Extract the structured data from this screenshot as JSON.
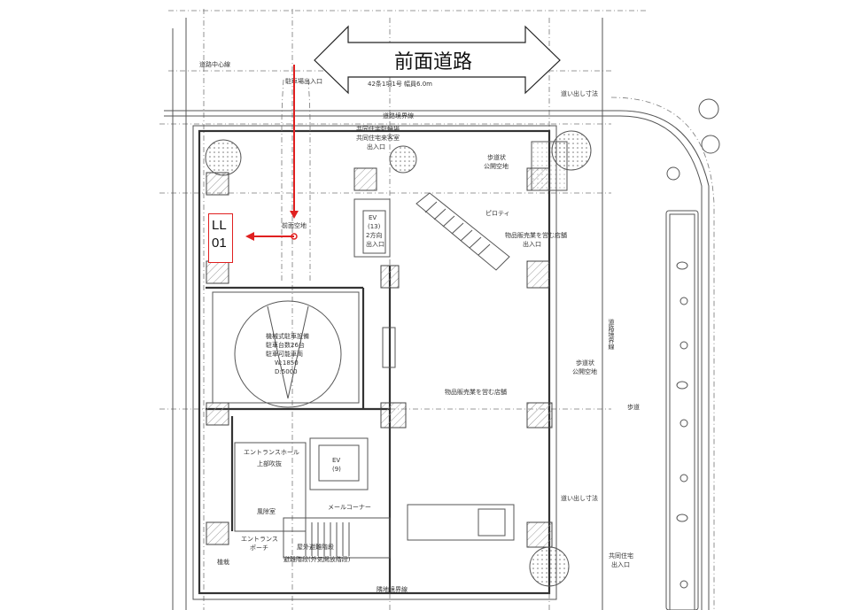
{
  "road_label": "前面道路",
  "marker": {
    "line1": "LL",
    "line2": "01"
  },
  "accent_color": "#e02020",
  "labels": {
    "road_center": "道路中心線",
    "parking_entrance": "駐車場出入口",
    "road_width": "42条1項1号 幅員6.0m",
    "road_boundary_top": "道路境界線",
    "residence_entrance_top_1": "共同住宅駐輪場",
    "residence_entrance_top_2": "共同住宅来客室",
    "residence_entrance_top_3": "出入口",
    "public_space_1": "歩道状",
    "public_space_2": "公開空地",
    "piloti": "ピロティ",
    "shop_entrance_1": "物品販売業を営む店舗",
    "shop_entrance_2": "出入口",
    "ev13_1": "EV",
    "ev13_2": "(13)",
    "ev13_3": "2方向",
    "ev13_4": "出入口",
    "front_space": "前面空地",
    "parking_1": "機械式駐車設備",
    "parking_2": "駐車台数26台",
    "parking_3": "駐車可能車両",
    "parking_4": "W:1850",
    "parking_5": "D:5000",
    "shop": "物品販売業を営む店舗",
    "entrance_hall": "エントランスホール",
    "atrium": "上部吹抜",
    "ev9_1": "EV",
    "ev9_2": "(9)",
    "windbreak": "風除室",
    "mail_corner": "メールコーナー",
    "entrance_porch_1": "エントランス",
    "entrance_porch_2": "ポーチ",
    "outdoor_stairs": "屋外避難階段",
    "stairs_note": "避難階段(外気開放階段)",
    "planting": "植栽",
    "adjacent_boundary": "隣地境界線",
    "road_boundary_right": "道路境界線",
    "sidewalk": "歩道",
    "public_space_r1": "歩道状",
    "public_space_r2": "公開空地",
    "residence_entrance_1": "共同住宅",
    "residence_entrance_2": "出入口",
    "pull_out_top": "道い出し寸法",
    "pull_out_bottom": "道い出し寸法"
  }
}
